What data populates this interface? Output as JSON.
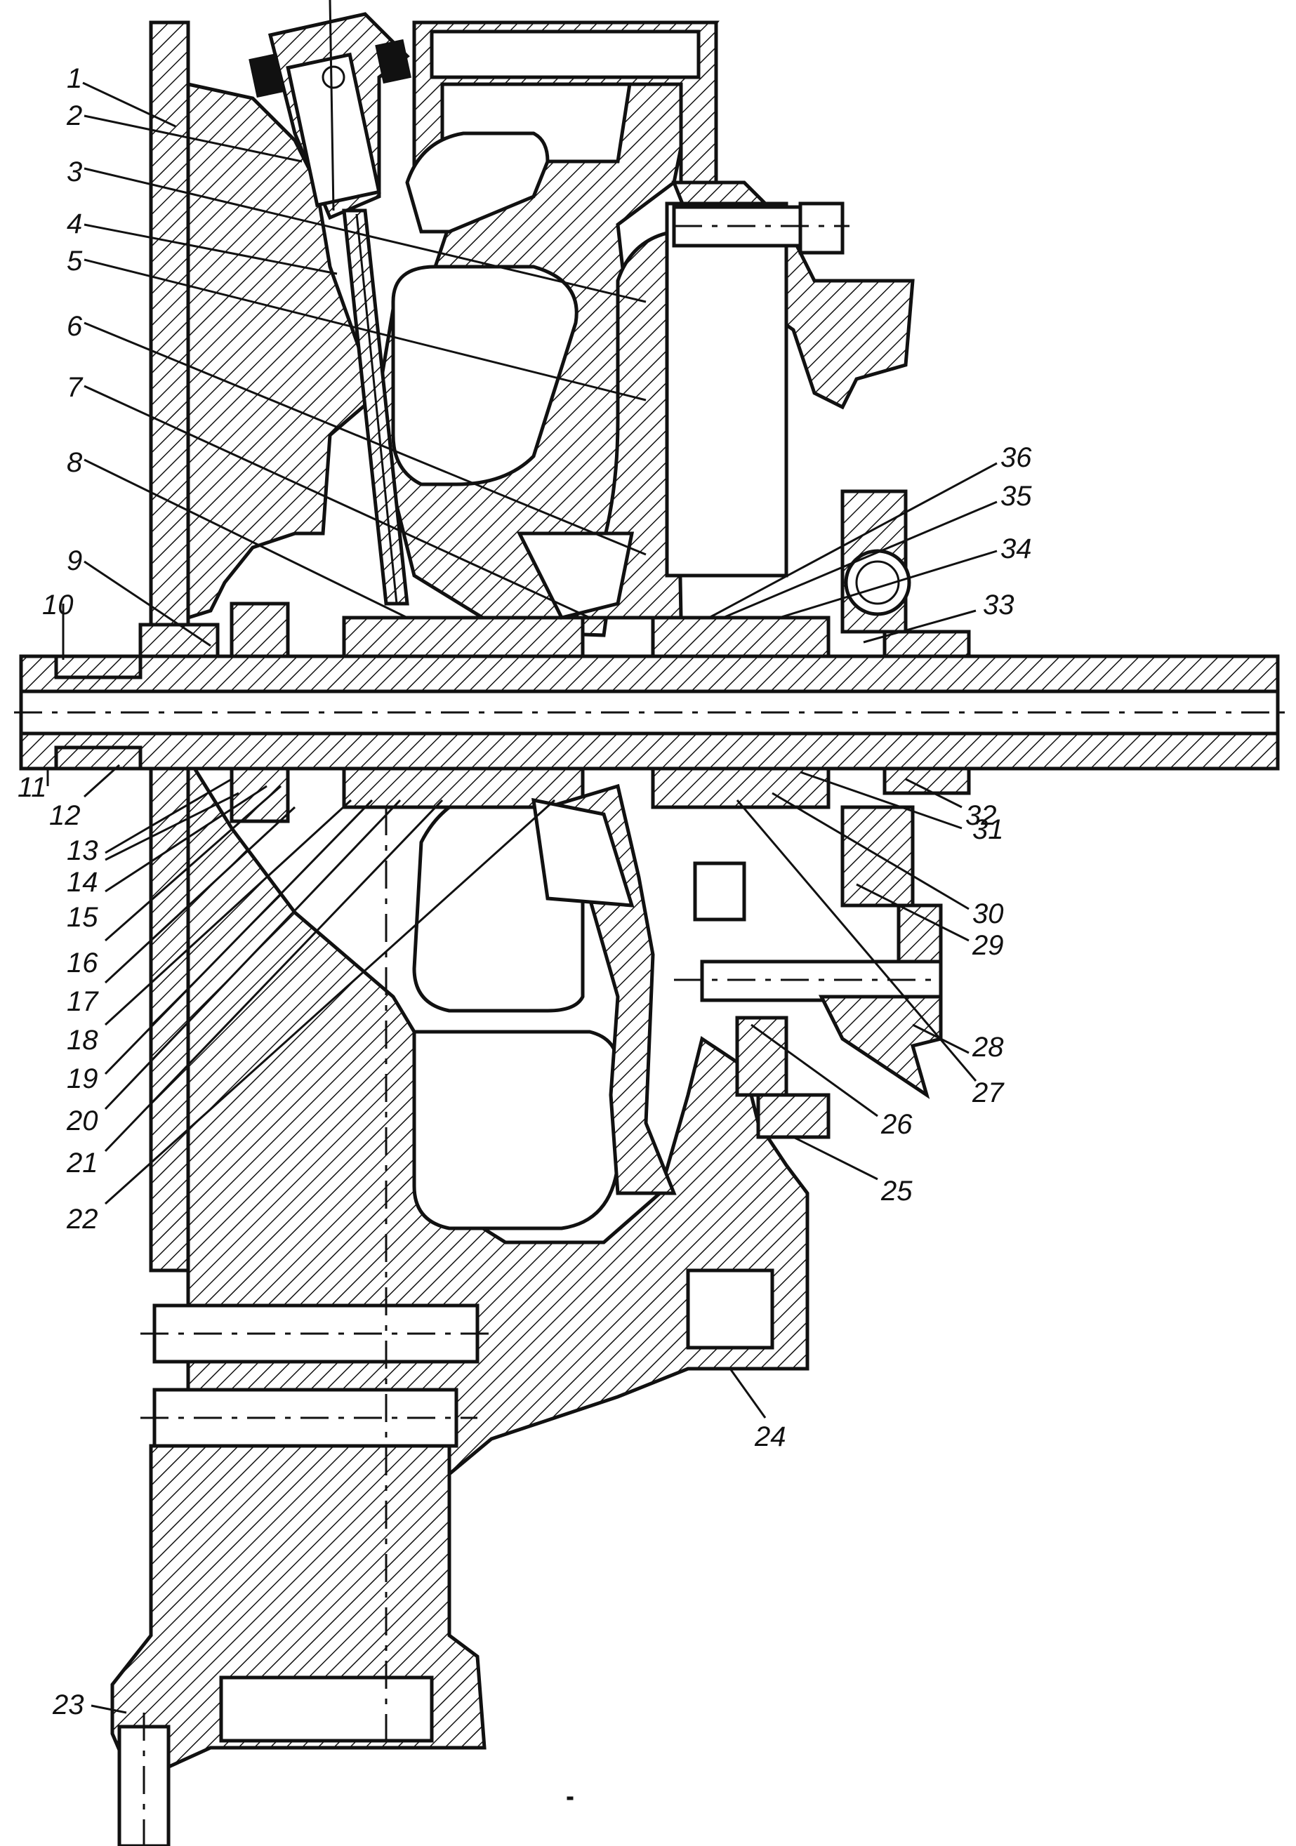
{
  "labels": {
    "left": [
      "1",
      "2",
      "3",
      "4",
      "5",
      "6",
      "7",
      "8",
      "9",
      "10",
      "11",
      "12",
      "13",
      "14",
      "15",
      "16",
      "17",
      "18",
      "19",
      "20",
      "21",
      "22",
      "23"
    ],
    "right": [
      "36",
      "35",
      "34",
      "33",
      "32",
      "31",
      "30",
      "29",
      "28",
      "27",
      "26",
      "25",
      "24"
    ]
  }
}
